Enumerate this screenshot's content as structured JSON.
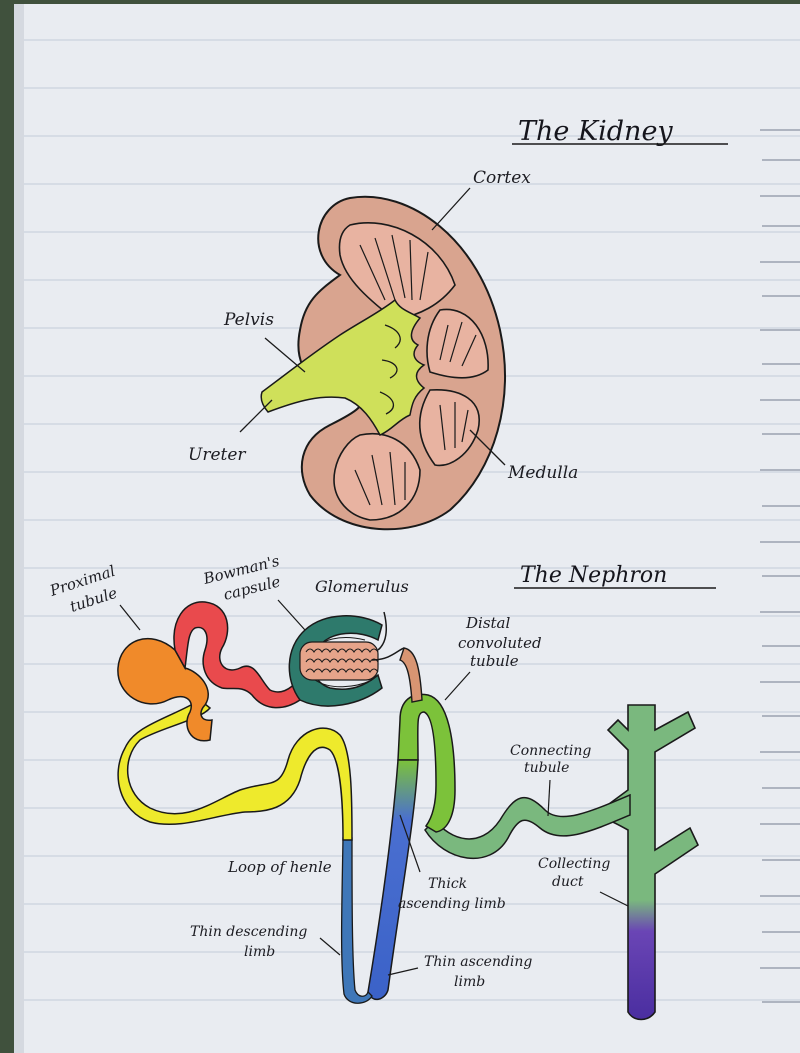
{
  "kidney": {
    "title": "The Kidney",
    "labels": {
      "cortex": "Cortex",
      "pelvis": "Pelvis",
      "ureter": "Ureter",
      "medulla": "Medulla"
    }
  },
  "nephron": {
    "title": "The Nephron",
    "labels": {
      "proximal_1": "Proximal",
      "proximal_2": "tubule",
      "bowmans_1": "Bowman's",
      "bowmans_2": "capsule",
      "glomerulus": "Glomerulus",
      "distal_1": "Distal",
      "distal_2": "convoluted",
      "distal_3": "tubule",
      "connecting_1": "Connecting",
      "connecting_2": "tubule",
      "loop": "Loop of henle",
      "thick_1": "Thick",
      "thick_2": "ascending limb",
      "collecting_1": "Collecting",
      "collecting_2": "duct",
      "thin_desc_1": "Thin descending",
      "thin_desc_2": "limb",
      "thin_asc_1": "Thin ascending",
      "thin_asc_2": "limb"
    }
  },
  "colors": {
    "paper": "#e9ecf1",
    "rule_line": "#b9c4d3",
    "cortex": "#d9a48f",
    "medulla": "#e8b3a1",
    "pelvis": "#cfe05a",
    "proximal": "#f08a2a",
    "loop_yellow": "#eeea2c",
    "capsule": "#2e7a6c",
    "loop_blue": "#4a6fd0",
    "distal_green": "#7cc23a",
    "connecting_green": "#7ab87e",
    "collecting_purple": "#6a45b5"
  }
}
